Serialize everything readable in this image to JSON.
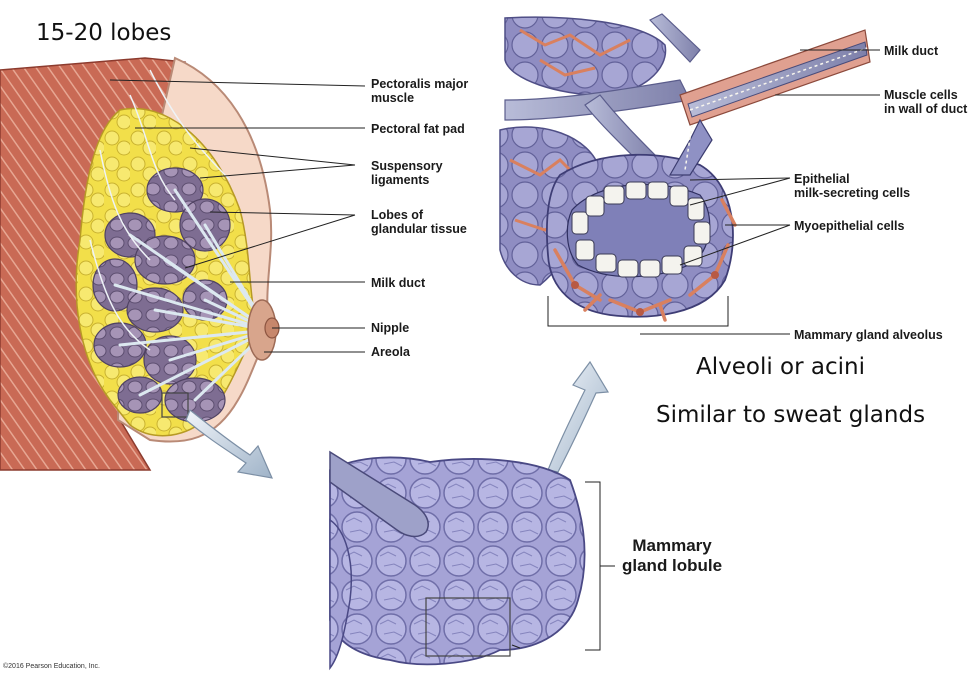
{
  "heading": "15-20 lobes",
  "labels": {
    "pectoralis_major_line1": "Pectoralis major",
    "pectoralis_major_line2": "muscle",
    "pectoral_fat_pad": "Pectoral fat pad",
    "suspensory_line1": "Suspensory",
    "suspensory_line2": "ligaments",
    "lobes_line1": "Lobes of",
    "lobes_line2": "glandular tissue",
    "milk_duct_left": "Milk duct",
    "nipple": "Nipple",
    "areola": "Areola",
    "milk_duct_right": "Milk duct",
    "muscle_cells_line1": "Muscle cells",
    "muscle_cells_line2": "in wall of duct",
    "epithelial_line1": "Epithelial",
    "epithelial_line2": "milk-secreting cells",
    "myoepithelial": "Myoepithelial cells",
    "mammary_alveolus": "Mammary gland alveolus",
    "lobule_line1": "Mammary",
    "lobule_line2": "gland lobule"
  },
  "notes": {
    "alveoli": "Alveoli or acini",
    "similar": "Similar to sweat glands"
  },
  "copyright": "©2016 Pearson Education, Inc.",
  "colors": {
    "muscle": "#c96a55",
    "fat": "#f2df4a",
    "lobe": "#8c7a9e",
    "duct": "#a9c9dc",
    "alveolus": "#9a98c8",
    "myoepithelial": "#d8806a",
    "lobule": "#a9a8d8",
    "arrow": "#b7c7d8"
  }
}
